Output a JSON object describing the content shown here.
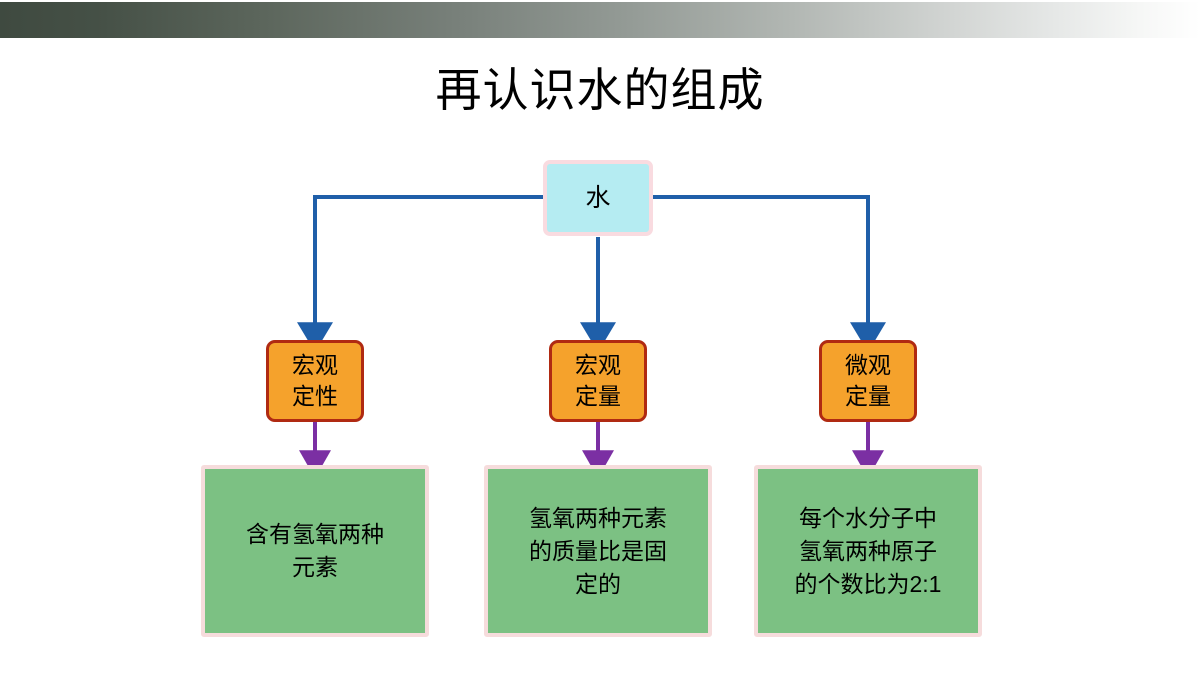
{
  "slide": {
    "title": "再认识水的组成",
    "background_color": "#ffffff",
    "band": {
      "name": "top-gradient-band",
      "from_color": "#3f4a40",
      "to_color": "#ffffff"
    }
  },
  "diagram": {
    "type": "tree",
    "root": {
      "id": "water",
      "label": "水",
      "fill": "#b5ecf2",
      "border": "#f9dbe0"
    },
    "level1": [
      {
        "id": "macro-qualitative",
        "label": "宏观\n定性",
        "fill": "#f5a22c",
        "border": "#b02a12"
      },
      {
        "id": "macro-quantitative",
        "label": "宏观\n定量",
        "fill": "#f5a22c",
        "border": "#b02a12"
      },
      {
        "id": "micro-quantitative",
        "label": "微观\n定量",
        "fill": "#f5a22c",
        "border": "#b02a12"
      }
    ],
    "level2": [
      {
        "id": "contains-h-o",
        "label": "含有氢氧两种\n元素",
        "fill": "#7cc183",
        "border": "#f6dcdc"
      },
      {
        "id": "mass-ratio-fixed",
        "label": "氢氧两种元素\n的质量比是固\n定的",
        "fill": "#7cc183",
        "border": "#f6dcdc"
      },
      {
        "id": "atom-ratio-2-1",
        "label": "每个水分子中\n氢氧两种原子\n的个数比为2:1",
        "fill": "#7cc183",
        "border": "#f6dcdc"
      }
    ],
    "connectors": {
      "blue_color": "#1f5fa9",
      "purple_color": "#7b2fa3"
    }
  }
}
